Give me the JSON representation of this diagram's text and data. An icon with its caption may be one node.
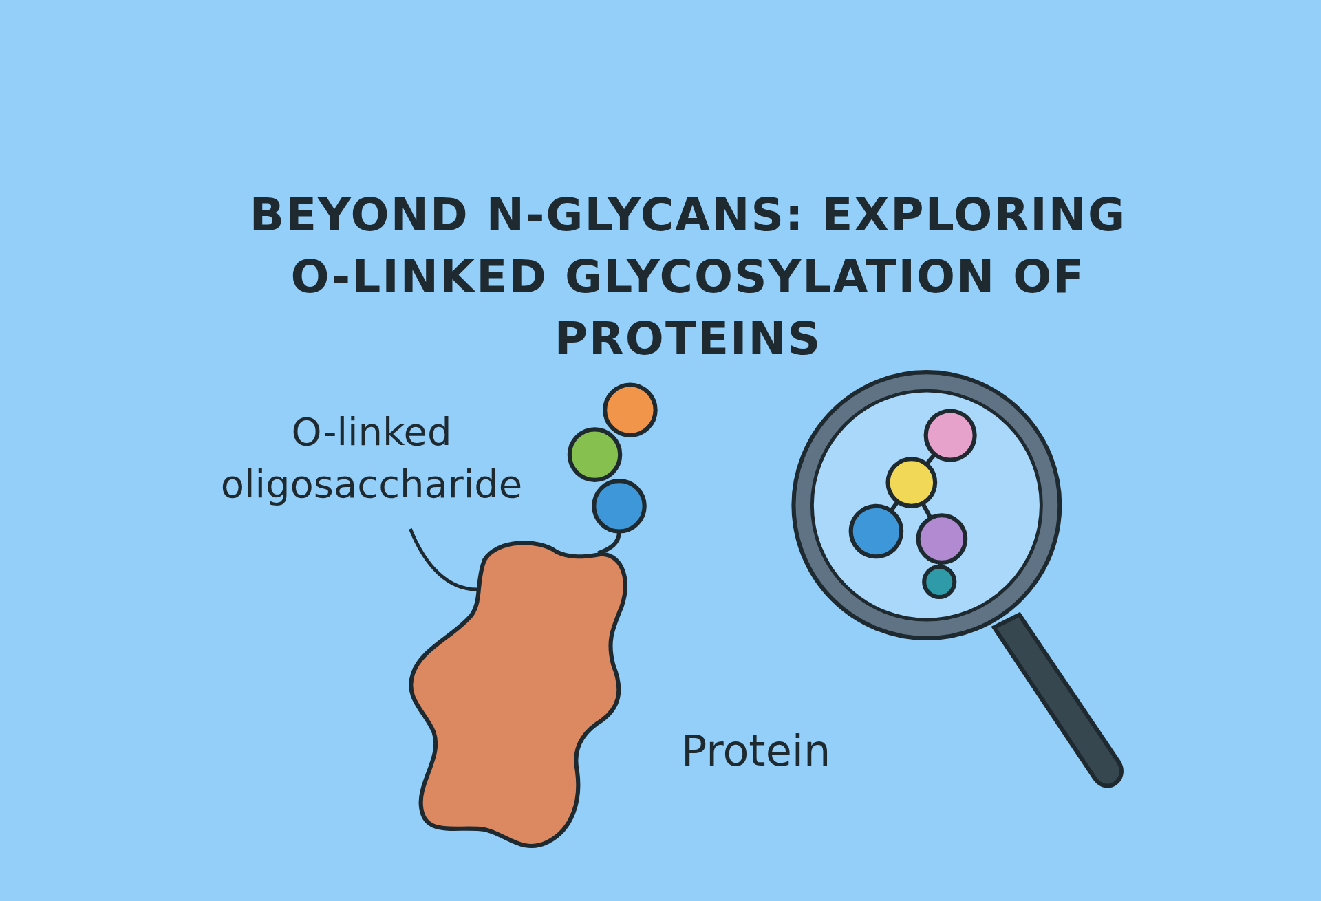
{
  "diagram": {
    "title": "BEYOND N-GLYCANS: EXPLORING O-LINKED GLYCOSYLATION OF PROTEINS",
    "nodes": [
      {
        "text": [
          "O-linked oligosaccharide"
        ]
      },
      {
        "text": [],
        "shape": "picture"
      }
    ],
    "edges": [
      {
        "from": 0,
        "to": 1,
        "arrow": "none"
      }
    ],
    "labels": [
      "Protein"
    ]
  }
}
